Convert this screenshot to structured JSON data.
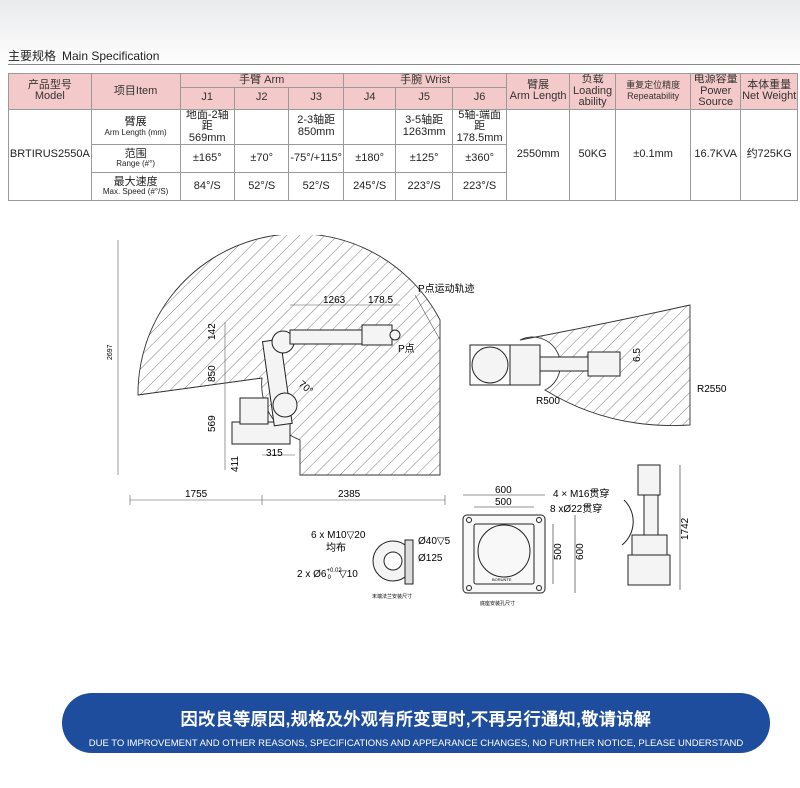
{
  "section": {
    "title_zh": "主要规格",
    "title_en": "Main Specification"
  },
  "table": {
    "h_model_zh": "产品型号",
    "h_model_en": "Model",
    "h_item": "项目Item",
    "h_arm": "手臂 Arm",
    "h_wrist": "手腕 Wrist",
    "h_reach_zh": "臂展",
    "h_reach_en": "Arm Length",
    "h_load_zh": "负载",
    "h_load_en1": "Loading",
    "h_load_en2": "ability",
    "h_repeat_zh": "重复定位精度",
    "h_repeat_en": "Repeatability",
    "h_power_zh": "电源容量",
    "h_power_en1": "Power",
    "h_power_en2": "Source",
    "h_weight_zh": "本体重量",
    "h_weight_en": "Net Weight",
    "axes": [
      "J1",
      "J2",
      "J3",
      "J4",
      "J5",
      "J6"
    ],
    "model": "BRTIRUS2550A",
    "rows": [
      {
        "zh": "臂展",
        "en": "Arm Length (mm)",
        "cells": [
          [
            "地面-2轴距",
            "569mm"
          ],
          [
            "",
            ""
          ],
          [
            "2-3轴距",
            "850mm"
          ],
          [
            "",
            ""
          ],
          [
            "3-5轴距",
            "1263mm"
          ],
          [
            "5轴-端面距",
            "178.5mm"
          ]
        ]
      },
      {
        "zh": "范围",
        "en": "Range (#°)",
        "cells": [
          [
            "±165°"
          ],
          [
            "±70°"
          ],
          [
            "-75°/+115°"
          ],
          [
            "±180°"
          ],
          [
            "±125°"
          ],
          [
            "±360°"
          ]
        ]
      },
      {
        "zh": "最大速度",
        "en": "Max. Speed (#°/S)",
        "cells": [
          [
            "84°/S"
          ],
          [
            "52°/S"
          ],
          [
            "52°/S"
          ],
          [
            "245°/S"
          ],
          [
            "223°/S"
          ],
          [
            "223°/S"
          ]
        ]
      }
    ],
    "reach": "2550mm",
    "load": "50KG",
    "repeat": "±0.1mm",
    "power": "16.7KVA",
    "weight": "约725KG"
  },
  "drawing": {
    "label_trajectory": "P点运动轨迹",
    "label_p": "P点",
    "dim_1263": "1263",
    "dim_1785": "178.5",
    "dim_142": "142",
    "dim_850": "850",
    "dim_569": "569",
    "dim_411": "411",
    "dim_315": "315",
    "dim_1755": "1755",
    "dim_2385": "2385",
    "dim_2697": "2697",
    "dim_70": "70°",
    "dim_r500": "R500",
    "dim_r2550": "R2550",
    "dim_65": "6.5",
    "flange_l1": "6 x M10▽20",
    "flange_l2": "均布",
    "flange_l3": "2 x Ø6",
    "flange_l3b": "+0.02",
    "flange_l3c": "0",
    "flange_l3d": "▽10",
    "flange_d40": "Ø40▽5",
    "flange_d125": "Ø125",
    "flange_caption": "末端法兰安装尺寸",
    "base_600": "600",
    "base_500": "500",
    "base_500v": "500",
    "base_600v": "600",
    "base_m16": "4 × M16贯穿",
    "base_d22": "8 xØ22贯穿",
    "base_caption": "底座安装孔尺寸",
    "base_brand": "BORUNTE",
    "side_1742": "1742"
  },
  "banner": {
    "zh": "因改良等原因,规格及外观有所变更时,不再另行通知,敬请谅解",
    "en": "DUE TO IMPROVEMENT AND OTHER REASONS, SPECIFICATIONS AND APPEARANCE CHANGES, NO FURTHER NOTICE, PLEASE UNDERSTAND"
  }
}
